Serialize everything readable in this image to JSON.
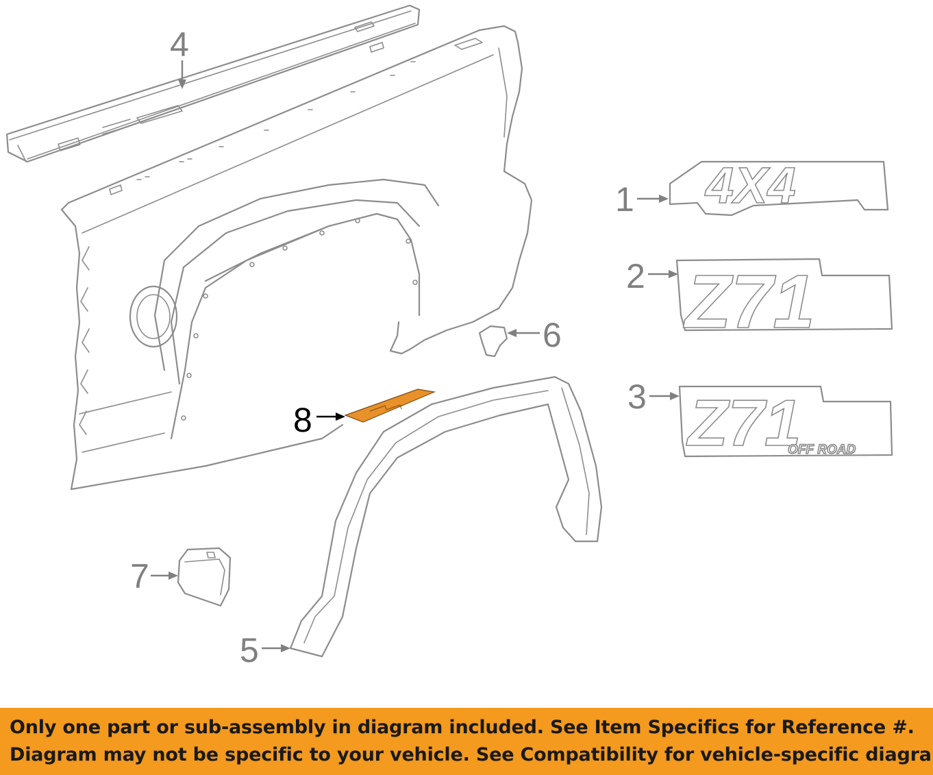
{
  "diagram": {
    "highlight_color": "#e8902a",
    "line_color": "#8c8c8c",
    "callouts": [
      {
        "number": "1",
        "part": "4x4-emblem"
      },
      {
        "number": "2",
        "part": "z71-emblem"
      },
      {
        "number": "3",
        "part": "z71-off-road-emblem"
      },
      {
        "number": "4",
        "part": "bed-rail-cap"
      },
      {
        "number": "5",
        "part": "wheel-opening-molding"
      },
      {
        "number": "6",
        "part": "molding-clip"
      },
      {
        "number": "7",
        "part": "end-cap"
      },
      {
        "number": "8",
        "part": "tape-label",
        "highlighted": true
      }
    ],
    "badges": {
      "badge_1_text": "4X4",
      "badge_2_text": "Z71",
      "badge_3_text": "Z71",
      "badge_3_subtext": "OFF ROAD"
    }
  },
  "banner": {
    "background": "#f39a1f",
    "line1": "Only one part or sub-assembly in diagram included. See Item Specifics for Reference #.",
    "line2": "Diagram may not be specific to your vehicle. See Compatibility for vehicle-specific diagrams."
  }
}
